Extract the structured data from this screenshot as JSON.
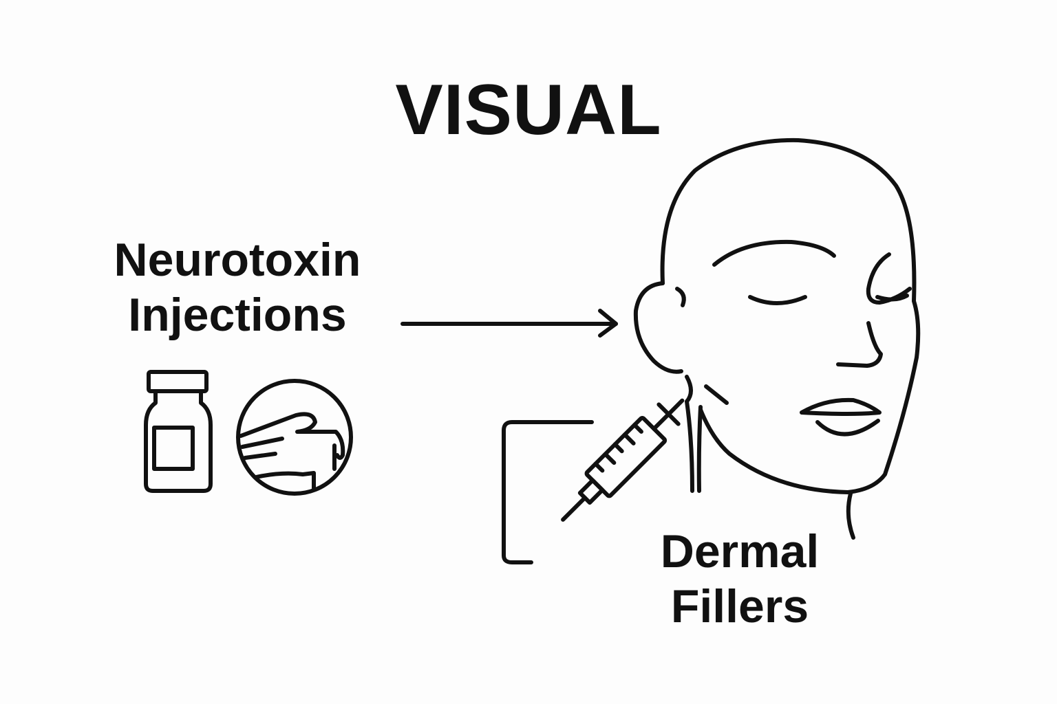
{
  "title": "VISUAL",
  "left_label": {
    "line1": "Neurotoxin",
    "line2": "Injections"
  },
  "right_label": {
    "line1": "Dermal",
    "line2": "Fillers"
  },
  "icons": [
    "vial-icon",
    "hand-icon",
    "arrow-right-icon",
    "face-icon",
    "syringe-icon",
    "bracket-connector"
  ],
  "colors": {
    "ink": "#111111",
    "background": "#fdfdfd"
  }
}
